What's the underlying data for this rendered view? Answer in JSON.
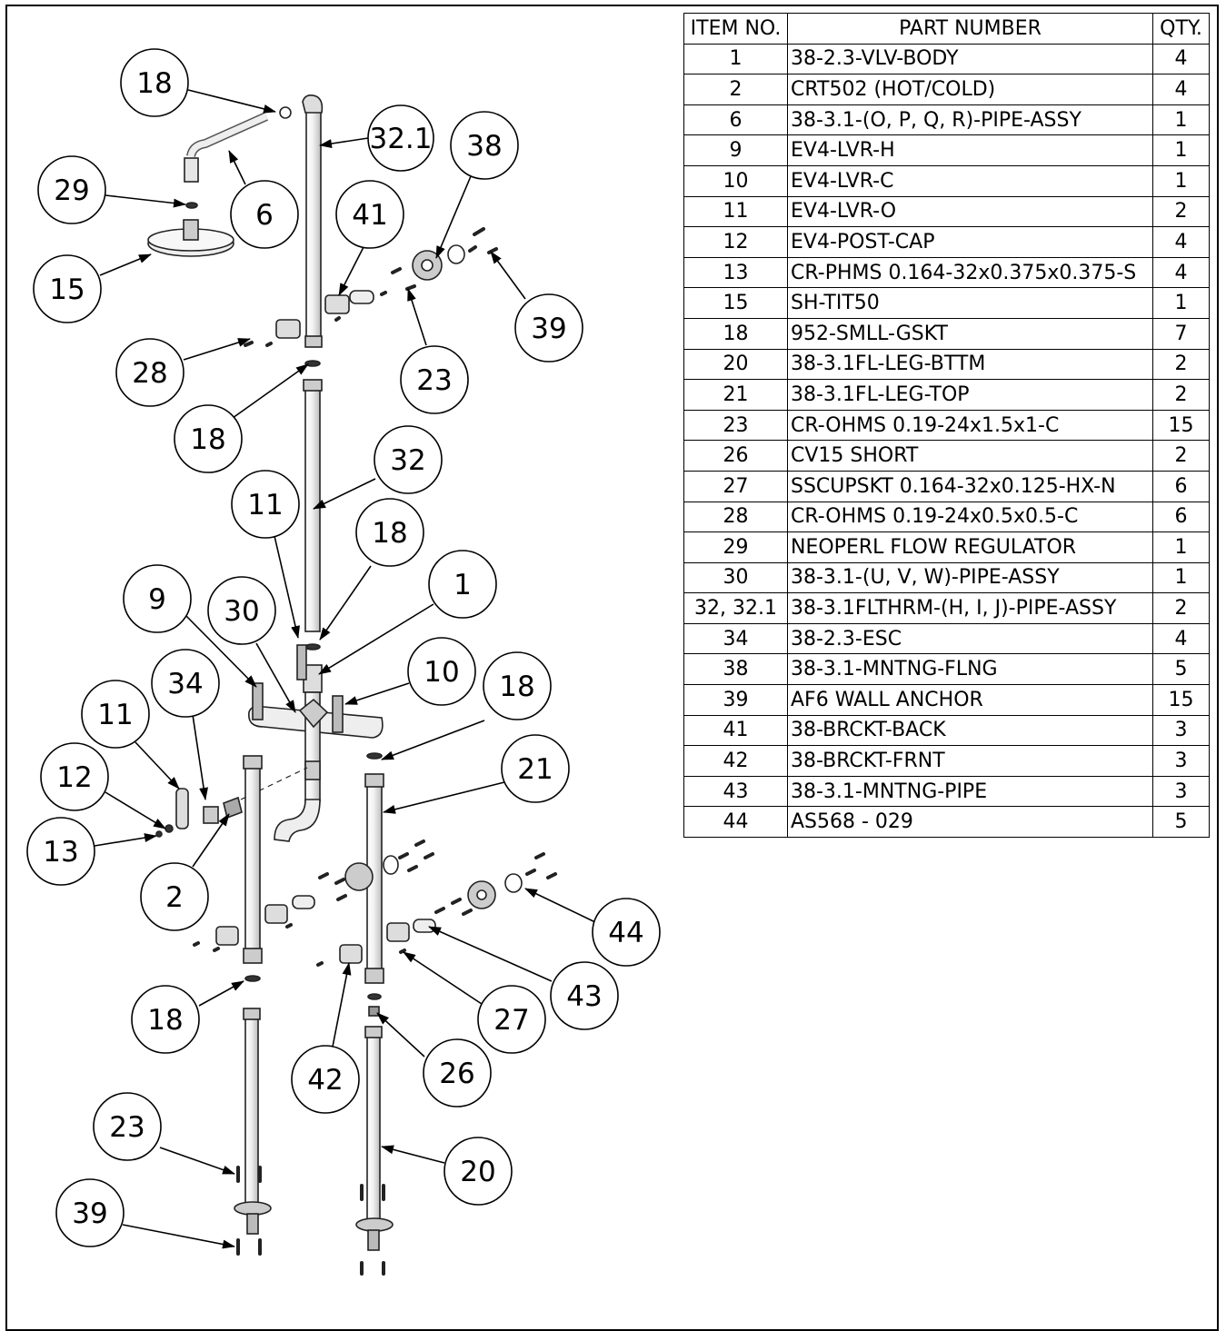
{
  "bom": {
    "headers": {
      "item": "ITEM NO.",
      "part": "PART NUMBER",
      "qty": "QTY."
    },
    "rows": [
      {
        "item": "1",
        "part": "38-2.3-VLV-BODY",
        "qty": "4"
      },
      {
        "item": "2",
        "part": "CRT502 (HOT/COLD)",
        "qty": "4"
      },
      {
        "item": "6",
        "part": "38-3.1-(O, P, Q, R)-PIPE-ASSY",
        "qty": "1"
      },
      {
        "item": "9",
        "part": "EV4-LVR-H",
        "qty": "1"
      },
      {
        "item": "10",
        "part": "EV4-LVR-C",
        "qty": "1"
      },
      {
        "item": "11",
        "part": "EV4-LVR-O",
        "qty": "2"
      },
      {
        "item": "12",
        "part": "EV4-POST-CAP",
        "qty": "4"
      },
      {
        "item": "13",
        "part": "CR-PHMS 0.164-32x0.375x0.375-S",
        "qty": "4"
      },
      {
        "item": "15",
        "part": "SH-TIT50",
        "qty": "1"
      },
      {
        "item": "18",
        "part": "952-SMLL-GSKT",
        "qty": "7"
      },
      {
        "item": "20",
        "part": "38-3.1FL-LEG-BTTM",
        "qty": "2"
      },
      {
        "item": "21",
        "part": "38-3.1FL-LEG-TOP",
        "qty": "2"
      },
      {
        "item": "23",
        "part": "CR-OHMS 0.19-24x1.5x1-C",
        "qty": "15"
      },
      {
        "item": "26",
        "part": "CV15 SHORT",
        "qty": "2"
      },
      {
        "item": "27",
        "part": "SSCUPSKT 0.164-32x0.125-HX-N",
        "qty": "6"
      },
      {
        "item": "28",
        "part": "CR-OHMS 0.19-24x0.5x0.5-C",
        "qty": "6"
      },
      {
        "item": "29",
        "part": "NEOPERL FLOW REGULATOR",
        "qty": "1"
      },
      {
        "item": "30",
        "part": "38-3.1-(U, V, W)-PIPE-ASSY",
        "qty": "1"
      },
      {
        "item": "32, 32.1",
        "part": "38-3.1FLTHRM-(H, I, J)-PIPE-ASSY",
        "qty": "2"
      },
      {
        "item": "34",
        "part": "38-2.3-ESC",
        "qty": "4"
      },
      {
        "item": "38",
        "part": "38-3.1-MNTNG-FLNG",
        "qty": "5"
      },
      {
        "item": "39",
        "part": "AF6 WALL ANCHOR",
        "qty": "15"
      },
      {
        "item": "41",
        "part": "38-BRCKT-BACK",
        "qty": "3"
      },
      {
        "item": "42",
        "part": "38-BRCKT-FRNT",
        "qty": "3"
      },
      {
        "item": "43",
        "part": "38-3.1-MNTNG-PIPE",
        "qty": "3"
      },
      {
        "item": "44",
        "part": "AS568 - 029",
        "qty": "5"
      }
    ]
  },
  "balloons": [
    "18",
    "32.1",
    "38",
    "29",
    "6",
    "41",
    "15",
    "39",
    "28",
    "23",
    "18",
    "32",
    "11",
    "18",
    "9",
    "30",
    "1",
    "34",
    "10",
    "18",
    "11",
    "21",
    "12",
    "13",
    "2",
    "44",
    "43",
    "27",
    "18",
    "26",
    "42",
    "23",
    "20",
    "39"
  ]
}
